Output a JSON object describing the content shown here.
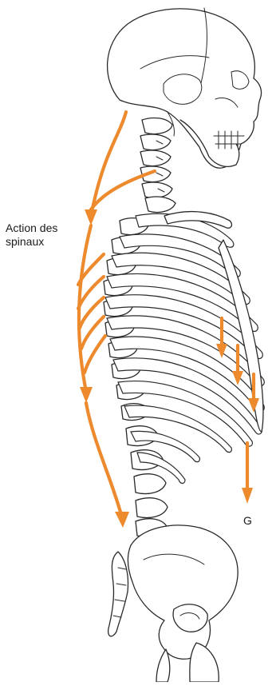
{
  "labels": {
    "spinal_action": "Action des\nspinaux",
    "spinal_action_line1": "Action des",
    "spinal_action_line2": "spinaux",
    "center_of_gravity": "G"
  },
  "colors": {
    "arrow": "#ee8a2e",
    "outline": "#2a2a2a",
    "background": "#ffffff"
  },
  "figure": {
    "subject": "lateral view of human skeleton (skull, spine, rib cage, pelvis)",
    "arrow_count_spinal": 6,
    "arrow_count_gravity": 4
  }
}
